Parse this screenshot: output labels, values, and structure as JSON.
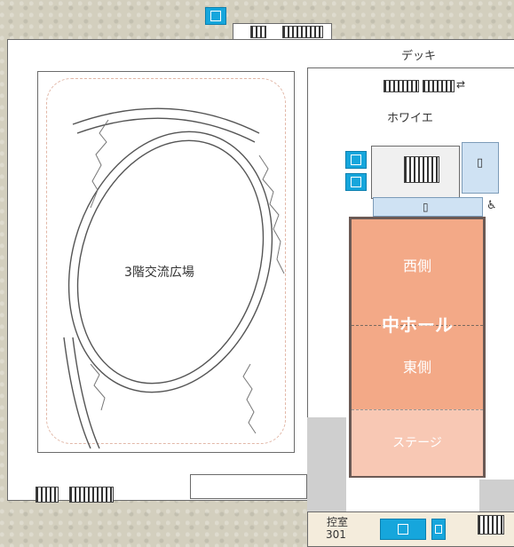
{
  "plaza": {
    "label": "3階交流広場"
  },
  "deck": {
    "label": "デッキ"
  },
  "foyer": {
    "label": "ホワイエ"
  },
  "hall": {
    "name": "中ホール",
    "west": "西側",
    "east": "東側",
    "stage": "ステージ"
  },
  "room": {
    "label": "控室",
    "number": "301"
  },
  "colors": {
    "hall": "#f3a987",
    "stage": "#f8c8b4",
    "elevator": "#16a6dc",
    "restroom": "#cfe2f3",
    "hall_border": "#6b5a55"
  },
  "icons": {
    "elevator": "elevator-icon",
    "restroom": "restroom-icon",
    "accessible": "wheelchair-icon",
    "stairs": "stairs-icon",
    "escalator": "escalator-icon"
  }
}
